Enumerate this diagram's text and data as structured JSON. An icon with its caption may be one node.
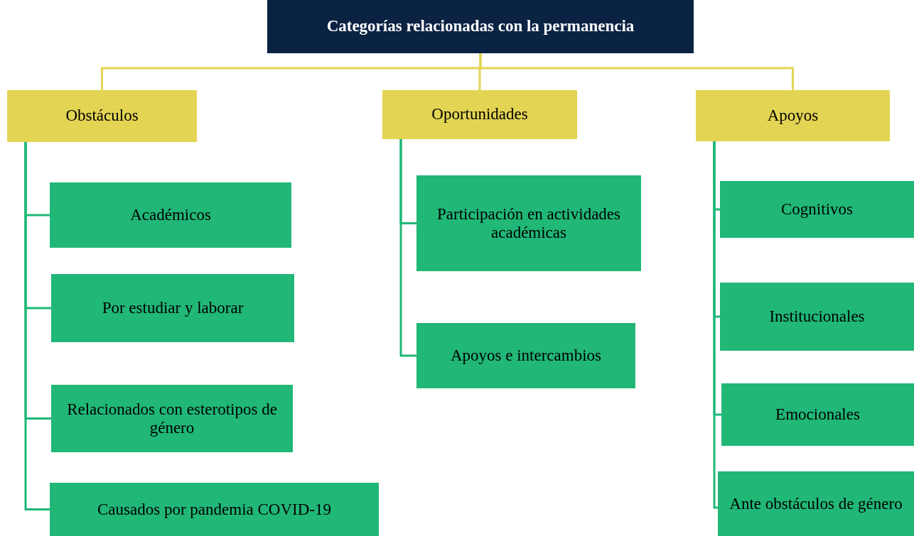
{
  "diagram": {
    "nodes": [
      {
        "text": [
          "Categorías relacionadas con la permanencia"
        ]
      },
      {
        "text": [
          "Obstáculos"
        ]
      },
      {
        "text": [
          "Oportunidades"
        ]
      },
      {
        "text": [
          "Apoyos"
        ]
      },
      {
        "text": [
          "Académicos"
        ]
      },
      {
        "text": [
          "Por estudiar y laborar"
        ]
      },
      {
        "text": [
          "Relacionados con esterotipos de género"
        ]
      },
      {
        "text": [
          "Causados por pandemia COVID-19"
        ]
      },
      {
        "text": [
          "Participación en actividades académicas"
        ]
      },
      {
        "text": [
          "Apoyos e intercambios"
        ]
      },
      {
        "text": [
          "Cognitivos"
        ]
      },
      {
        "text": [
          "Institucionales"
        ]
      },
      {
        "text": [
          "Emocionales"
        ]
      },
      {
        "text": [
          "Ante obstáculos de género"
        ]
      }
    ],
    "edges": [
      {
        "from": 0,
        "to": 1,
        "arrow": "none",
        "color": "#e3d453"
      },
      {
        "from": 0,
        "to": 2,
        "arrow": "none",
        "color": "#e3d453"
      },
      {
        "from": 0,
        "to": 3,
        "arrow": "none",
        "color": "#e3d453"
      },
      {
        "from": 1,
        "to": 4,
        "arrow": "none"
      },
      {
        "from": 1,
        "to": 5,
        "arrow": "none"
      },
      {
        "from": 1,
        "to": 6,
        "arrow": "none"
      },
      {
        "from": 1,
        "to": 7,
        "arrow": "none"
      },
      {
        "from": 2,
        "to": 8,
        "arrow": "none"
      },
      {
        "from": 2,
        "to": 9,
        "arrow": "none"
      },
      {
        "from": 3,
        "to": 10,
        "arrow": "none"
      },
      {
        "from": 3,
        "to": 11,
        "arrow": "none"
      },
      {
        "from": 3,
        "to": 12,
        "arrow": "none"
      },
      {
        "from": 3,
        "to": 13,
        "arrow": "none"
      }
    ]
  }
}
